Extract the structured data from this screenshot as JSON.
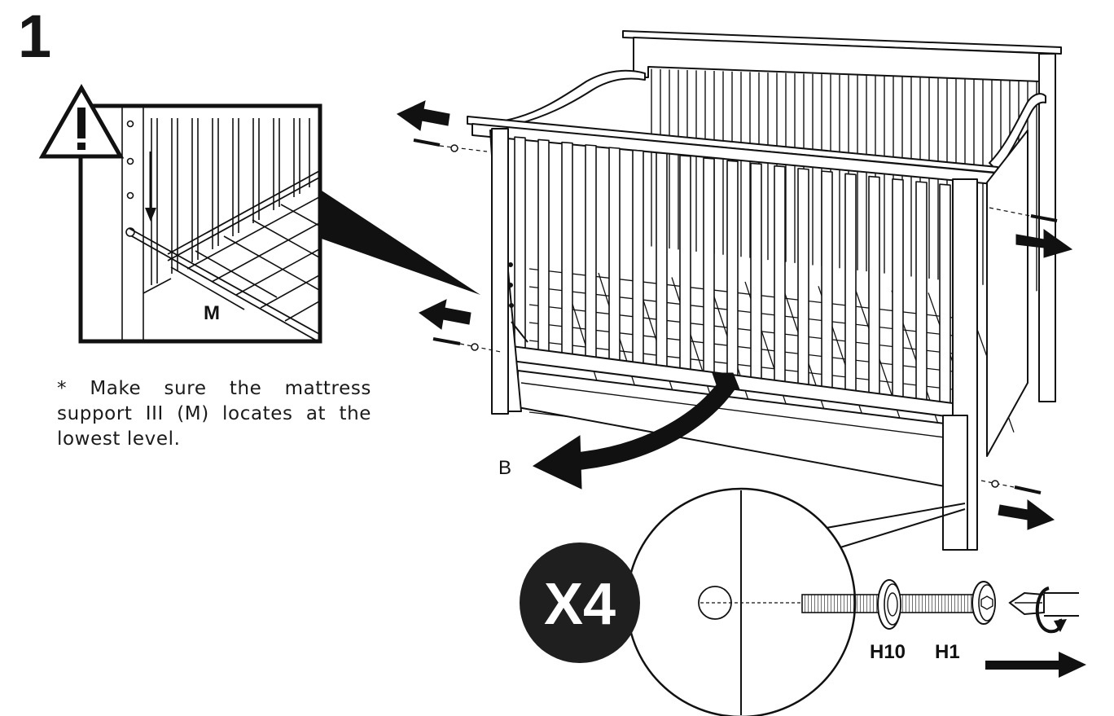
{
  "step": {
    "number": "1"
  },
  "note": {
    "text": "* Make sure the mattress support III (M) locates at the lowest level."
  },
  "callouts": {
    "mattress_support": "M",
    "side_rail": "B",
    "quantity": "X4",
    "washer": "H10",
    "bolt": "H1"
  },
  "icons": {
    "warning": "warning-triangle-icon",
    "screwdriver": "screwdriver-icon",
    "arrow": "arrow-icon",
    "rotate": "rotate-clockwise-icon"
  },
  "colors": {
    "ink": "#111111",
    "paper": "#ffffff",
    "badge": "#1f1f1f"
  }
}
